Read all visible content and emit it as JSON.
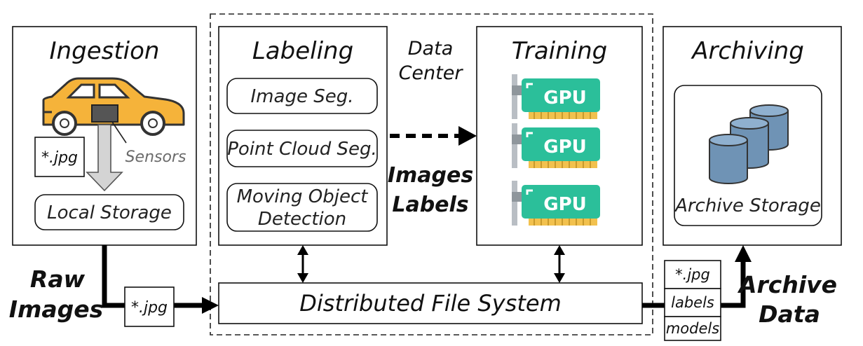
{
  "stages": {
    "ingestion": {
      "title": "Ingestion"
    },
    "labeling": {
      "title": "Labeling"
    },
    "training": {
      "title": "Training"
    },
    "archiving": {
      "title": "Archiving"
    }
  },
  "data_center": {
    "line1": "Data",
    "line2": "Center"
  },
  "ingestion": {
    "file_tag": "*.jpg",
    "sensors_label": "Sensors",
    "local_storage": "Local Storage",
    "car_color": "#f5b33a",
    "icons": [
      "car-icon",
      "sensor-icon",
      "down-arrow-icon"
    ]
  },
  "labeling": {
    "tasks": [
      {
        "line1": "Image Seg.",
        "line2": ""
      },
      {
        "line1": "Point Cloud Seg.",
        "line2": ""
      },
      {
        "line1": "Moving Object",
        "line2": "Detection"
      }
    ]
  },
  "images_labels": {
    "line1": "Images",
    "line2": "Labels"
  },
  "training": {
    "gpus": [
      "GPU",
      "GPU",
      "GPU"
    ],
    "gpu_color": "#2bbf9a",
    "gpu_pin_color": "#f2c14e",
    "icon": "gpu-card-icon"
  },
  "archiving": {
    "storage_label": "Archive Storage",
    "cylinder_color": "#6f93b5",
    "icon": "database-icon"
  },
  "raw_images": {
    "line1": "Raw",
    "line2": "Images",
    "file_tag": "*.jpg"
  },
  "dfs": {
    "label": "Distributed File System"
  },
  "archive_stack": {
    "items": [
      "*.jpg",
      "labels",
      "models"
    ]
  },
  "archive_data": {
    "line1": "Archive",
    "line2": "Data"
  }
}
